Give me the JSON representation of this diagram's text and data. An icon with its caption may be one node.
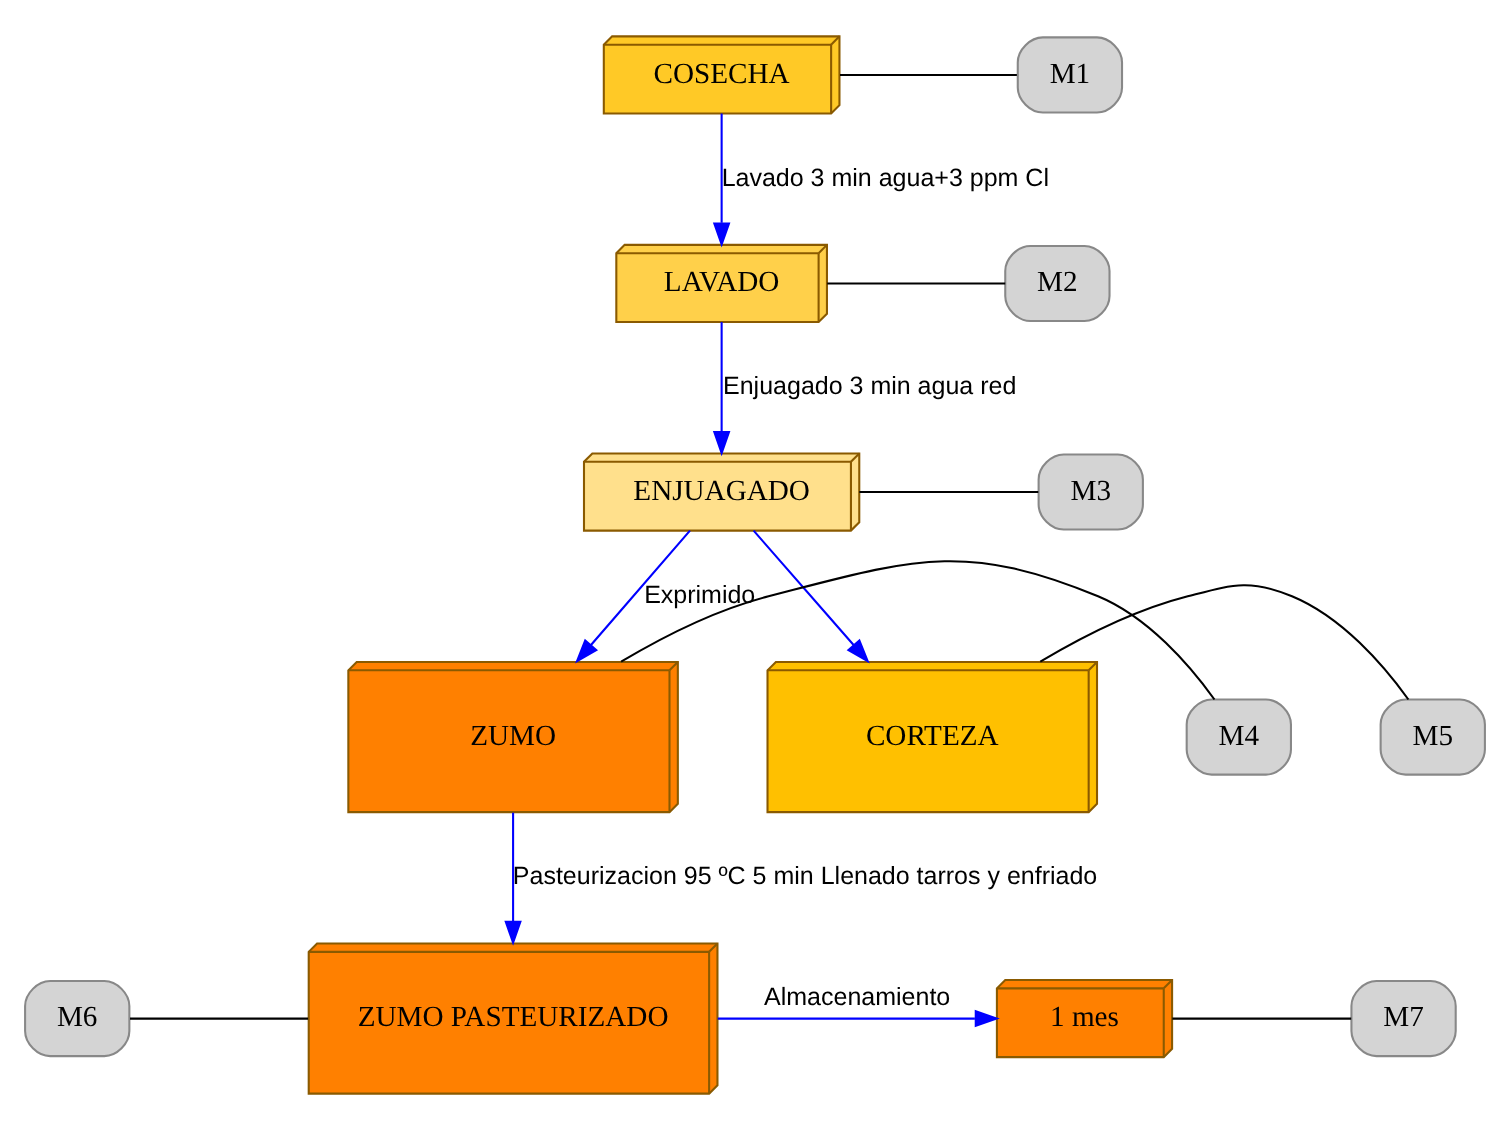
{
  "diagram": {
    "nodes": [
      {
        "text": [
          "COSECHA"
        ]
      },
      {
        "text": [
          "M1"
        ]
      },
      {
        "text": [
          "LAVADO"
        ]
      },
      {
        "text": [
          "M2"
        ]
      },
      {
        "text": [
          "ENJUAGADO"
        ]
      },
      {
        "text": [
          "M3"
        ]
      },
      {
        "text": [
          "M4"
        ]
      },
      {
        "text": [
          "ZUMO"
        ]
      },
      {
        "text": [
          "CORTEZA"
        ]
      },
      {
        "text": [
          "M5"
        ]
      },
      {
        "text": [
          "M6"
        ]
      },
      {
        "text": [
          "ZUMO PASTEURIZADO"
        ]
      },
      {
        "text": [
          "1 mes"
        ]
      },
      {
        "text": [
          "M7"
        ]
      }
    ],
    "edges": [
      {
        "from": 0,
        "to": 1,
        "arrow": "none"
      },
      {
        "from": 0,
        "to": 2,
        "arrow": "to",
        "label": "Lavado 3 min agua+3 ppm Cl",
        "color": "#0000ff"
      },
      {
        "from": 2,
        "to": 3,
        "arrow": "none"
      },
      {
        "from": 2,
        "to": 4,
        "arrow": "to",
        "label": "Enjuagado 3 min agua red",
        "color": "#0000ff"
      },
      {
        "from": 4,
        "to": 5,
        "arrow": "none"
      },
      {
        "from": 4,
        "to": 7,
        "arrow": "to",
        "label": "Exprimido",
        "color": "#0000ff"
      },
      {
        "from": 4,
        "to": 8,
        "arrow": "to",
        "color": "#0000ff"
      },
      {
        "from": 6,
        "to": 7,
        "arrow": "none"
      },
      {
        "from": 8,
        "to": 9,
        "arrow": "none"
      },
      {
        "from": 7,
        "to": 11,
        "arrow": "to",
        "label": "Pasteurizacion 95 ºC 5 min Llenado tarros y enfriado",
        "color": "#0000ff"
      },
      {
        "from": 10,
        "to": 11,
        "arrow": "none"
      },
      {
        "from": 11,
        "to": 12,
        "arrow": "to",
        "label": "Almacenamiento",
        "color": "#0000ff"
      },
      {
        "from": 12,
        "to": 13,
        "arrow": "none"
      }
    ]
  }
}
